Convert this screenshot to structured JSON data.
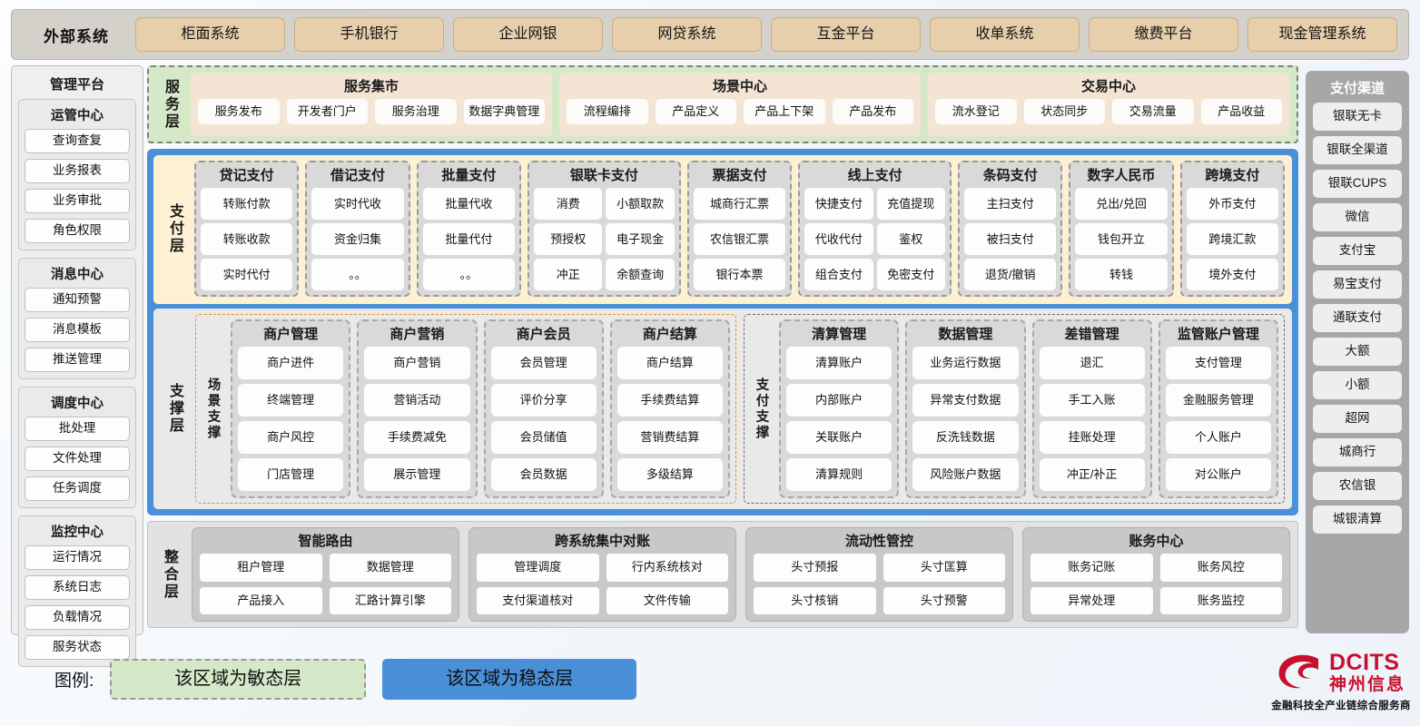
{
  "external": {
    "title": "外部系统",
    "items": [
      "柜面系统",
      "手机银行",
      "企业网银",
      "网贷系统",
      "互金平台",
      "收单系统",
      "缴费平台",
      "现金管理系统"
    ]
  },
  "admin": {
    "title": "管理平台",
    "groups": [
      {
        "title": "运管中心",
        "items": [
          "查询查复",
          "业务报表",
          "业务审批",
          "角色权限"
        ]
      },
      {
        "title": "消息中心",
        "items": [
          "通知预警",
          "消息模板",
          "推送管理"
        ]
      },
      {
        "title": "调度中心",
        "items": [
          "批处理",
          "文件处理",
          "任务调度"
        ]
      },
      {
        "title": "监控中心",
        "items": [
          "运行情况",
          "系统日志",
          "负载情况",
          "服务状态"
        ]
      }
    ]
  },
  "channels": {
    "title": "支付渠道",
    "items": [
      "银联无卡",
      "银联全渠道",
      "银联CUPS",
      "微信",
      "支付宝",
      "易宝支付",
      "通联支付",
      "大额",
      "小额",
      "超网",
      "城商行",
      "农信银",
      "城银清算"
    ]
  },
  "service_layer": {
    "label": "服务层",
    "groups": [
      {
        "title": "服务集市",
        "items": [
          "服务发布",
          "开发者门户",
          "服务治理",
          "数据字典管理"
        ]
      },
      {
        "title": "场景中心",
        "items": [
          "流程编排",
          "产品定义",
          "产品上下架",
          "产品发布"
        ]
      },
      {
        "title": "交易中心",
        "items": [
          "流水登记",
          "状态同步",
          "交易流量",
          "产品收益"
        ]
      }
    ]
  },
  "payment_layer": {
    "label": "支付层",
    "groups": [
      {
        "title": "贷记支付",
        "cols": 1,
        "items": [
          "转账付款",
          "转账收款",
          "实时代付"
        ]
      },
      {
        "title": "借记支付",
        "cols": 1,
        "items": [
          "实时代收",
          "资金归集",
          "。。"
        ]
      },
      {
        "title": "批量支付",
        "cols": 1,
        "items": [
          "批量代收",
          "批量代付",
          "。。"
        ]
      },
      {
        "title": "银联卡支付",
        "cols": 2,
        "items": [
          "消费",
          "小额取款",
          "预授权",
          "电子现金",
          "冲正",
          "余额查询"
        ]
      },
      {
        "title": "票据支付",
        "cols": 1,
        "items": [
          "城商行汇票",
          "农信银汇票",
          "银行本票"
        ]
      },
      {
        "title": "线上支付",
        "cols": 2,
        "items": [
          "快捷支付",
          "充值提现",
          "代收代付",
          "鉴权",
          "组合支付",
          "免密支付"
        ]
      },
      {
        "title": "条码支付",
        "cols": 1,
        "items": [
          "主扫支付",
          "被扫支付",
          "退货/撤销"
        ]
      },
      {
        "title": "数字人民币",
        "cols": 1,
        "items": [
          "兑出/兑回",
          "钱包开立",
          "转钱"
        ]
      },
      {
        "title": "跨境支付",
        "cols": 1,
        "items": [
          "外币支付",
          "跨境汇款",
          "境外支付"
        ]
      }
    ]
  },
  "support_layer": {
    "label": "支撑层",
    "blocks": [
      {
        "label": "场景支撑",
        "groups": [
          {
            "title": "商户管理",
            "items": [
              "商户进件",
              "终端管理",
              "商户风控",
              "门店管理"
            ]
          },
          {
            "title": "商户营销",
            "items": [
              "商户营销",
              "营销活动",
              "手续费减免",
              "展示管理"
            ]
          },
          {
            "title": "商户会员",
            "items": [
              "会员管理",
              "评价分享",
              "会员储值",
              "会员数据"
            ]
          },
          {
            "title": "商户结算",
            "items": [
              "商户结算",
              "手续费结算",
              "营销费结算",
              "多级结算"
            ]
          }
        ]
      },
      {
        "label": "支付支撑",
        "groups": [
          {
            "title": "清算管理",
            "items": [
              "清算账户",
              "内部账户",
              "关联账户",
              "清算规则"
            ]
          },
          {
            "title": "数据管理",
            "items": [
              "业务运行数据",
              "异常支付数据",
              "反洗钱数据",
              "风险账户数据"
            ]
          },
          {
            "title": "差错管理",
            "items": [
              "退汇",
              "手工入账",
              "挂账处理",
              "冲正/补正"
            ]
          },
          {
            "title": "监管账户管理",
            "items": [
              "支付管理",
              "金融服务管理",
              "个人账户",
              "对公账户"
            ]
          }
        ]
      }
    ]
  },
  "integration_layer": {
    "label": "整合层",
    "groups": [
      {
        "title": "智能路由",
        "items": [
          "租户管理",
          "数据管理",
          "产品接入",
          "汇路计算引擎"
        ]
      },
      {
        "title": "跨系统集中对账",
        "items": [
          "管理调度",
          "行内系统核对",
          "支付渠道核对",
          "文件传输"
        ]
      },
      {
        "title": "流动性管控",
        "items": [
          "头寸预报",
          "头寸匡算",
          "头寸核销",
          "头寸预警"
        ]
      },
      {
        "title": "账务中心",
        "items": [
          "账务记账",
          "账务风控",
          "异常处理",
          "账务监控"
        ]
      }
    ]
  },
  "legend": {
    "label": "图例:",
    "agile": "该区域为敏态层",
    "stable": "该区域为稳态层",
    "agile_color": "#d5e8c8",
    "stable_color": "#4a90d9"
  },
  "logo": {
    "en": "DCITS",
    "cn": "神州信息",
    "tagline": "金融科技全产业链综合服务商",
    "brand_color": "#c8102e"
  }
}
